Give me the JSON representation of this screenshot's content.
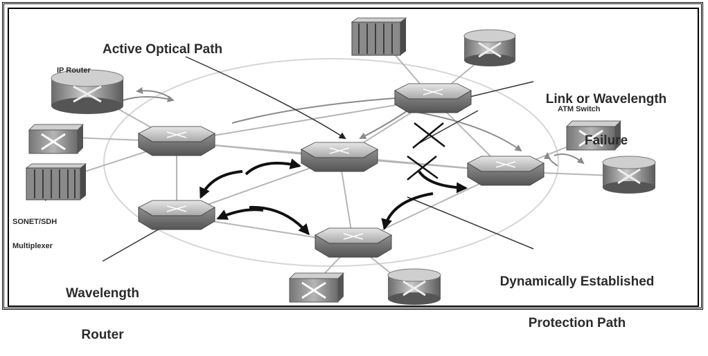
{
  "labels": {
    "active_optical_path": "Active Optical Path",
    "ip_router": "IP Router",
    "link_failure_line1": "Link or Wavelength",
    "link_failure_line2": "Failure",
    "atm_switch": "ATM Switch",
    "sonet_line1": "SONET/SDH",
    "sonet_line2": "Multiplexer",
    "wavelength_router_line1": "Wavelength",
    "wavelength_router_line2": "Router",
    "protection_line1": "Dynamically Established",
    "protection_line2": "Protection Path"
  },
  "colors": {
    "background": "#ffffff",
    "device_dark": "#555555",
    "device_light": "#cfcfcf",
    "link": "#b0b0b0",
    "arrow_gray": "#8a8a8a",
    "arrow_black": "#111111",
    "text": "#2b2b2b"
  }
}
